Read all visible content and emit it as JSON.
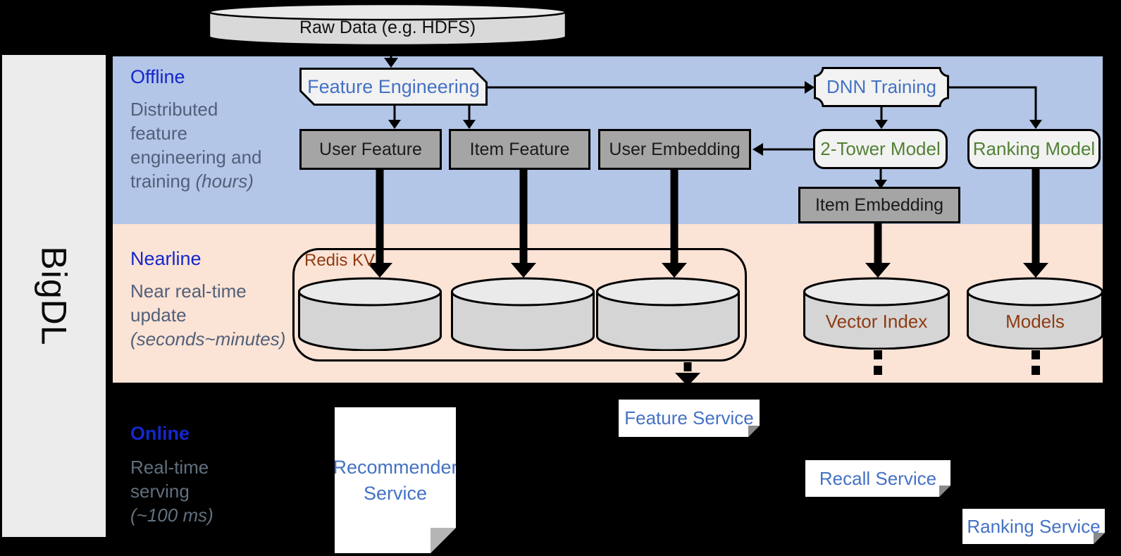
{
  "colors": {
    "bg": "#000000",
    "sidebar-bg": "#ececec",
    "offline-band": "#b3c6e7",
    "nearline-band": "#fbe3d5",
    "band-title": "#1527cb",
    "band-desc": "#51607a",
    "band-desc-dark": "#61707e",
    "node-blue": "#4472c4",
    "node-green": "#538135",
    "node-brown": "#8e3b12",
    "gray-box": "#a5a5a5",
    "light-box": "#f2f2f2",
    "white": "#ffffff"
  },
  "sidebar": {
    "label": "BigDL"
  },
  "raw_data": {
    "label": "Raw Data (e.g. HDFS)"
  },
  "bands": {
    "offline": {
      "title": "Offline",
      "lines": [
        "Distributed",
        "feature",
        "engineering and"
      ],
      "last_plain": "training ",
      "last_italic": "(hours)"
    },
    "nearline": {
      "title": "Nearline",
      "lines": [
        "Near real-time",
        "update"
      ],
      "last_plain": "",
      "last_italic": "(seconds~minutes)"
    },
    "online": {
      "title": "Online",
      "lines": [
        "Real-time",
        "serving"
      ],
      "last_plain": "",
      "last_italic": "(~100 ms)"
    }
  },
  "nodes": {
    "feature_engineering": "Feature Engineering",
    "dnn_training": "DNN Training",
    "user_feature": "User Feature",
    "item_feature": "Item Feature",
    "user_embedding": "User Embedding",
    "two_tower_model": "2-Tower Model",
    "ranking_model": "Ranking Model",
    "item_embedding": "Item Embedding",
    "redis_kv": "Redis KV",
    "vector_index": "Vector Index",
    "models": "Models"
  },
  "services": {
    "recommender": {
      "lines": [
        "Recommender",
        "Service"
      ]
    },
    "feature": "Feature Service",
    "recall": "Recall Service",
    "ranking": "Ranking Service"
  }
}
